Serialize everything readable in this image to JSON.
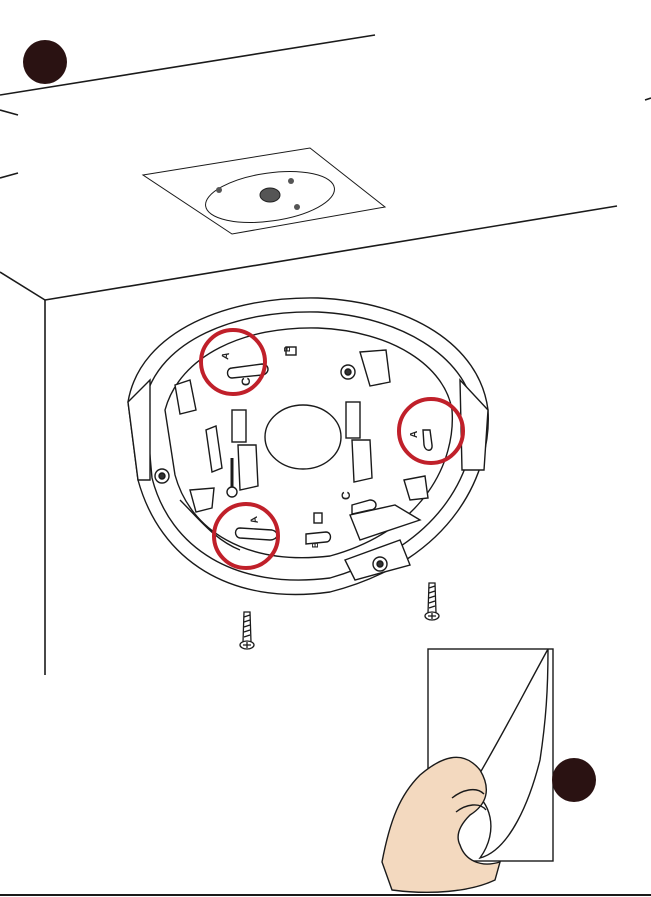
{
  "steps": {
    "step_top": "",
    "step_bottom": ""
  },
  "slot_labels": {
    "left_top": "A",
    "right": "A",
    "bottom": "A",
    "c_left": "C",
    "c_right": "C",
    "b_top": "B",
    "b_bottom": "B"
  },
  "colors": {
    "line": "#1a1a1a",
    "highlight_ring": "#c0202a",
    "step_badge": "#2a1212",
    "skin": "#f3d9bf",
    "paper": "#ffffff"
  },
  "icons": {
    "step_badge": "filled-circle",
    "screw": "phillips-screw",
    "hand": "peeling-hand"
  }
}
